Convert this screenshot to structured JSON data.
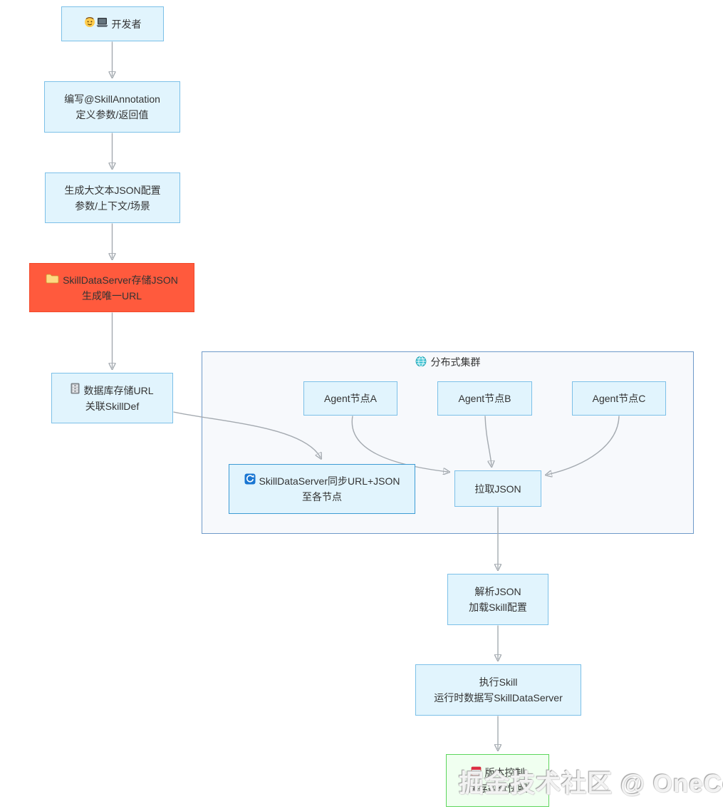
{
  "watermark": {
    "text": "掘金技术社区 @ OneCodeCN"
  },
  "cluster": {
    "label": "分布式集群",
    "icon": "globe-icon"
  },
  "nodes": {
    "developer": {
      "icon": "man-technologist-icon",
      "text": "开发者"
    },
    "write_annotation": {
      "line1": "编写@SkillAnnotation",
      "line2": "定义参数/返回值"
    },
    "gen_json": {
      "line1": "生成大文本JSON配置",
      "line2": "参数/上下文/场景"
    },
    "store_json": {
      "icon": "folder-icon",
      "line1": "SkillDataServer存储JSON",
      "line2": "生成唯一URL"
    },
    "db_store": {
      "icon": "file-cabinet-icon",
      "line1": "数据库存储URL",
      "line2": "关联SkillDef"
    },
    "agent_a": {
      "text": "Agent节点A"
    },
    "agent_b": {
      "text": "Agent节点B"
    },
    "agent_c": {
      "text": "Agent节点C"
    },
    "sync_nodes": {
      "icon": "sync-icon",
      "line1": "SkillDataServer同步URL+JSON",
      "line2": "至各节点"
    },
    "pull_json": {
      "text": "拉取JSON"
    },
    "parse_json": {
      "line1": "解析JSON",
      "line2": "加载Skill配置"
    },
    "exec_skill": {
      "line1": "执行Skill",
      "line2": "运行时数据写SkillDataServer"
    },
    "snapshot": {
      "icon": "version-icon",
      "line1": "版本控制",
      "line2": "保存执行快照"
    }
  },
  "colors": {
    "node_fill": "#e1f4fd",
    "node_border": "#7cc0e8",
    "store_fill": "#ff5a3d",
    "snapshot_fill": "#f0fff0",
    "snapshot_border": "#5dd65c",
    "cluster_fill": "#f7f9fc",
    "cluster_border": "#6e9ac9",
    "edge": "#a4aab0",
    "text": "#333333"
  }
}
